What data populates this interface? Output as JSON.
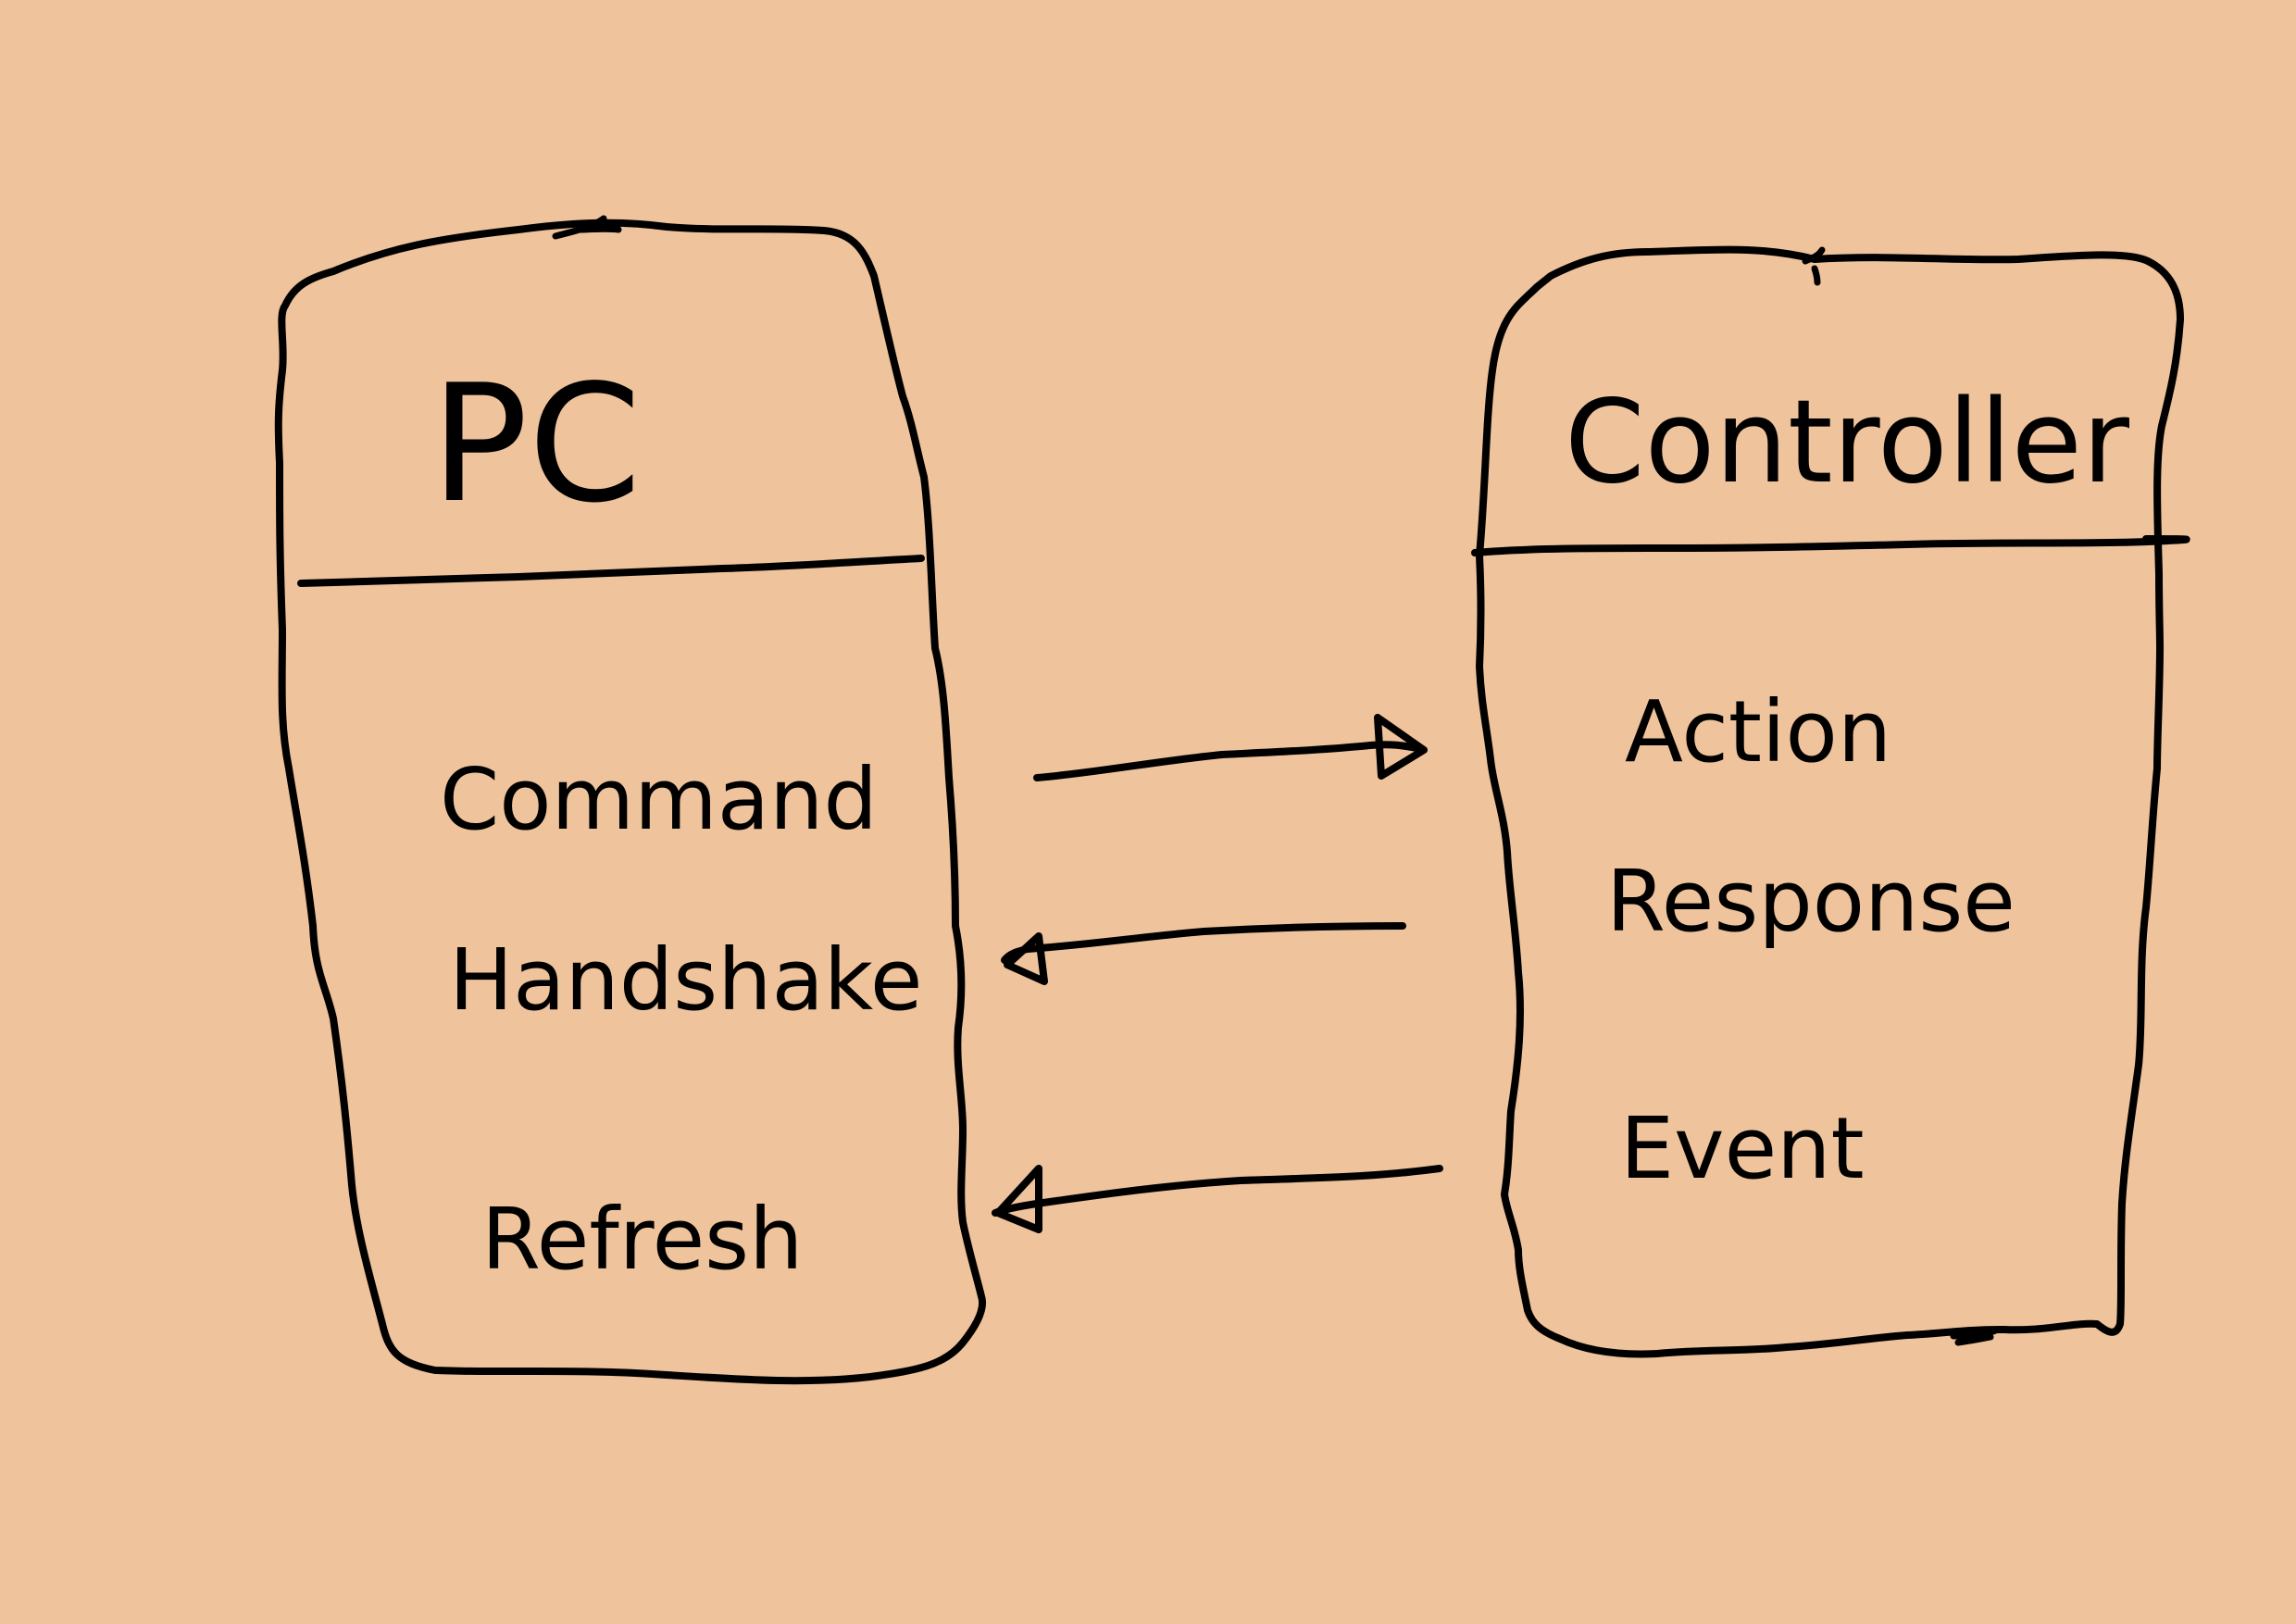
{
  "colors": {
    "background": "#EFC39B",
    "ink": "#000000"
  },
  "pc": {
    "title": "PC",
    "items": [
      "Command",
      "Handshake",
      "Refresh"
    ]
  },
  "controller": {
    "title": "Controller",
    "items": [
      "Action",
      "Response",
      "Event"
    ]
  }
}
